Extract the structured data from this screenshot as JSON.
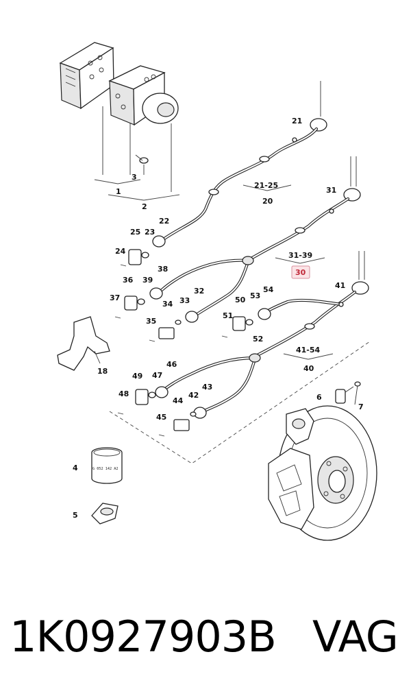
{
  "labels": {
    "l1": "1",
    "l2": "2",
    "l3": "3",
    "l4": "4",
    "l5": "5",
    "l6": "6",
    "l7": "7",
    "l18": "18",
    "l20": "20",
    "l21": "21",
    "l21_25": "21-25",
    "l22": "22",
    "l23": "23",
    "l24": "24",
    "l25": "25",
    "l30": "30",
    "l31": "31",
    "l31_39": "31-39",
    "l32": "32",
    "l33": "33",
    "l34": "34",
    "l35": "35",
    "l36": "36",
    "l37": "37",
    "l38": "38",
    "l39": "39",
    "l40": "40",
    "l41": "41",
    "l41_54": "41-54",
    "l42": "42",
    "l43": "43",
    "l44": "44",
    "l45": "45",
    "l46": "46",
    "l47": "47",
    "l48": "48",
    "l49": "49",
    "l50": "50",
    "l51": "51",
    "l52": "52",
    "l53": "53",
    "l54": "54"
  },
  "grease_tube_text": "G 052 142 A2",
  "footer": {
    "part_number": "1K0927903B",
    "brand": "VAG"
  },
  "colors": {
    "highlight_fill": "#fbe3e6",
    "highlight_text": "#c02838"
  }
}
